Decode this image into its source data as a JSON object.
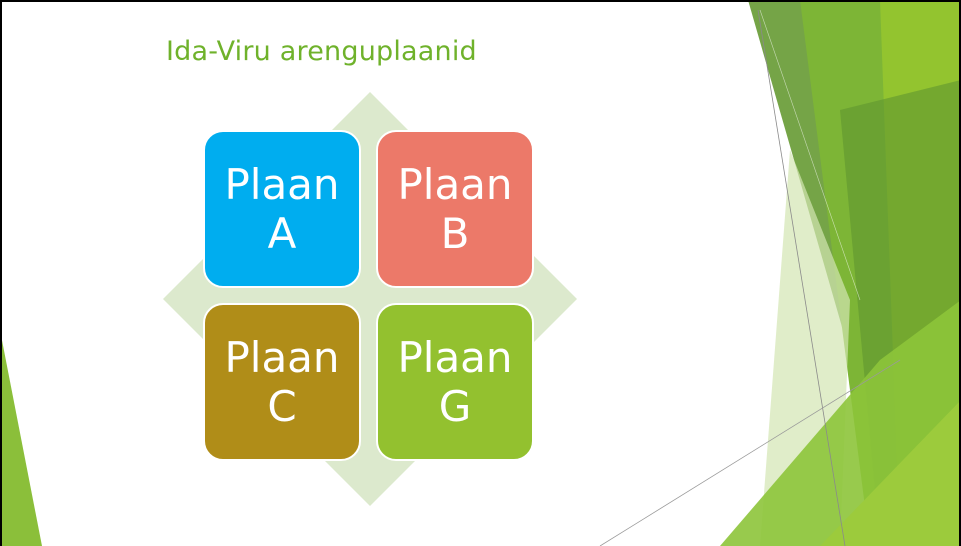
{
  "slide": {
    "title": "Ida-Viru arenguplaanid"
  },
  "tiles": [
    {
      "label": "Plaan\nA",
      "color": "#00adef"
    },
    {
      "label": "Plaan\nB",
      "color": "#ec7969"
    },
    {
      "label": "Plaan\nC",
      "color": "#b08d18"
    },
    {
      "label": "Plaan\nG",
      "color": "#93c12f"
    }
  ],
  "colors": {
    "accent": "#6fb22b",
    "diamond": "#dce9cd"
  }
}
